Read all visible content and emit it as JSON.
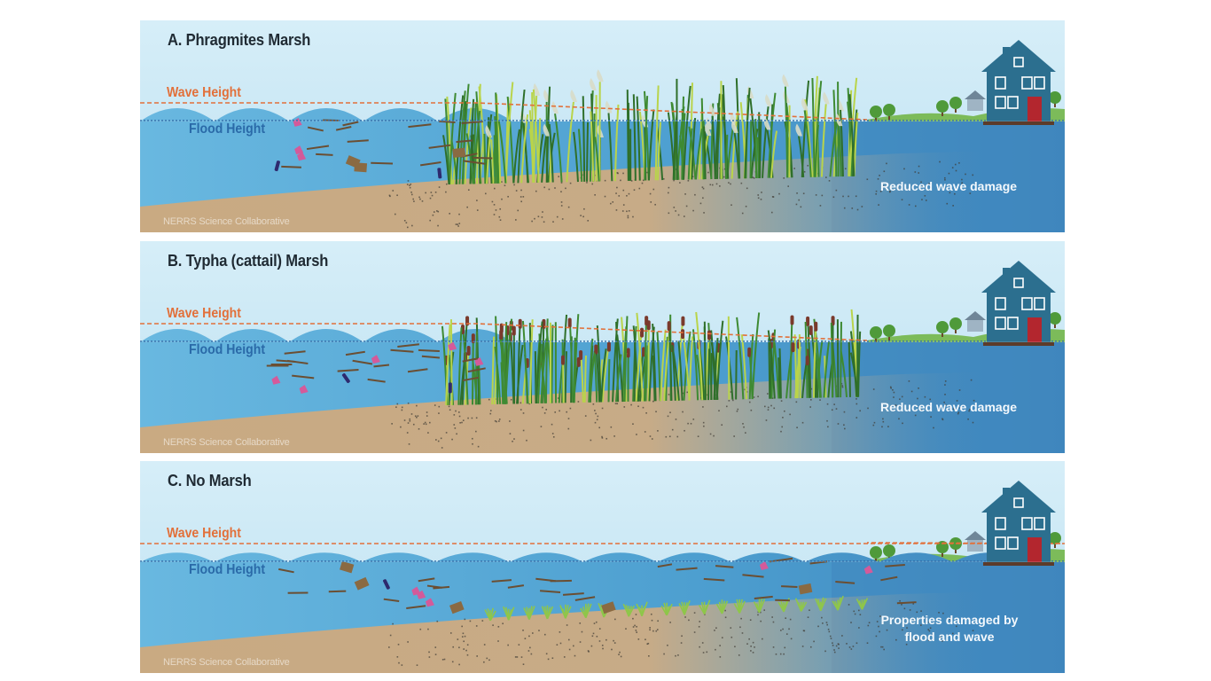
{
  "panels": [
    {
      "title": "A. Phragmites Marsh",
      "wave_label": "Wave Height",
      "flood_label": "Flood Height",
      "outcome": "Reduced wave damage",
      "credit": "NERRS Science Collaborative",
      "vegetation": "phragmites"
    },
    {
      "title": "B. Typha (cattail) Marsh",
      "wave_label": "Wave Height",
      "flood_label": "Flood Height",
      "outcome": "Reduced wave damage",
      "credit": "NERRS Science Collaborative",
      "vegetation": "typha"
    },
    {
      "title": "C. No Marsh",
      "wave_label": "Wave Height",
      "flood_label": "Flood Height",
      "outcome": "Properties damaged by flood and wave",
      "credit": "NERRS Science Collaborative",
      "vegetation": "none"
    }
  ],
  "colors": {
    "sky": "#cde9f5",
    "water": "#5aa9d6",
    "deep_water": "#3f86bd",
    "sand": "#c9aa82",
    "wave_line": "#e2703a",
    "flood_line": "#2a6aa8",
    "house": "#2c6f8f",
    "door": "#b3262e",
    "grass": "#4f9a3a"
  },
  "icons": [
    "house-icon",
    "tree-icon",
    "debris-icon",
    "reed-icon",
    "cattail-icon"
  ]
}
